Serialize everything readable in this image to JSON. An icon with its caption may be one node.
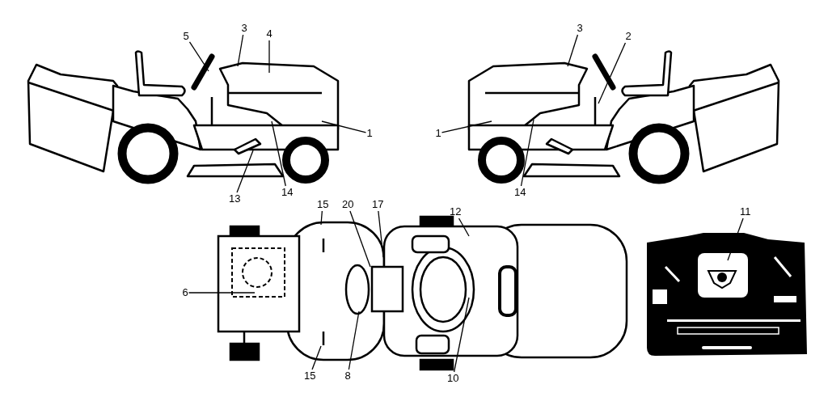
{
  "diagram": {
    "nodes": [
      {
        "text": [
          "5"
        ]
      },
      {
        "text": [
          "3"
        ]
      },
      {
        "text": [
          "4"
        ]
      },
      {
        "text": [
          "1"
        ]
      },
      {
        "text": [
          "14"
        ]
      },
      {
        "text": [
          "13"
        ]
      },
      {
        "text": [
          "3"
        ]
      },
      {
        "text": [
          "2"
        ]
      },
      {
        "text": [
          "1"
        ]
      },
      {
        "text": [
          "14"
        ]
      },
      {
        "text": [
          "15"
        ]
      },
      {
        "text": [
          "20"
        ]
      },
      {
        "text": [
          "17"
        ]
      },
      {
        "text": [
          "12"
        ]
      },
      {
        "text": [
          "6"
        ]
      },
      {
        "text": [
          "8"
        ]
      },
      {
        "text": [
          "15"
        ]
      },
      {
        "text": [
          "10"
        ]
      },
      {
        "text": [
          "11"
        ]
      }
    ],
    "edges": [
      {
        "from": 0,
        "to": null,
        "arrow": "none"
      },
      {
        "from": 1,
        "to": null,
        "arrow": "none"
      },
      {
        "from": 2,
        "to": null,
        "arrow": "none"
      },
      {
        "from": 3,
        "to": null,
        "arrow": "none"
      },
      {
        "from": 4,
        "to": null,
        "arrow": "none"
      },
      {
        "from": 5,
        "to": null,
        "arrow": "none"
      },
      {
        "from": 6,
        "to": null,
        "arrow": "none"
      },
      {
        "from": 7,
        "to": null,
        "arrow": "none"
      },
      {
        "from": 8,
        "to": null,
        "arrow": "none"
      },
      {
        "from": 9,
        "to": null,
        "arrow": "none"
      },
      {
        "from": 10,
        "to": null,
        "arrow": "none"
      },
      {
        "from": 11,
        "to": null,
        "arrow": "none"
      },
      {
        "from": 12,
        "to": null,
        "arrow": "none"
      },
      {
        "from": 13,
        "to": null,
        "arrow": "none"
      },
      {
        "from": 14,
        "to": null,
        "arrow": "none"
      },
      {
        "from": 15,
        "to": null,
        "arrow": "none"
      },
      {
        "from": 16,
        "to": null,
        "arrow": "none"
      },
      {
        "from": 17,
        "to": null,
        "arrow": "none"
      },
      {
        "from": 18,
        "to": null,
        "arrow": "none"
      }
    ]
  }
}
